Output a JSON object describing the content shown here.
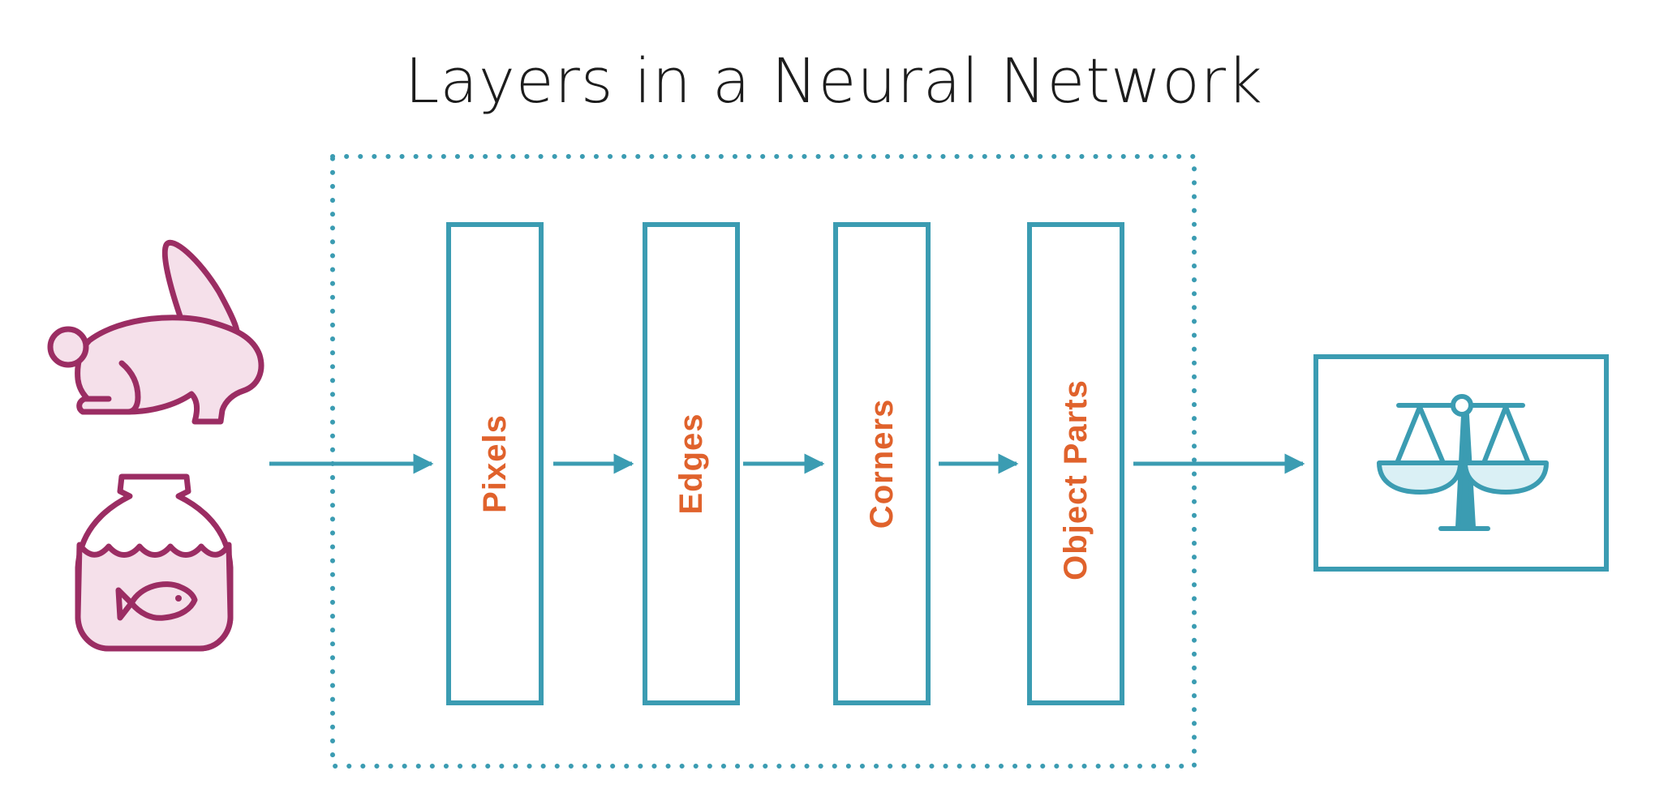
{
  "title": "Layers in a Neural Network",
  "layers": [
    "Pixels",
    "Edges",
    "Corners",
    "Object Parts"
  ],
  "inputs": [
    "rabbit-icon",
    "fishbowl-icon"
  ],
  "output": "balance-scale-icon",
  "colors": {
    "accent": "#3b9cb2",
    "label": "#e0622c",
    "icon_stroke": "#9b2d63",
    "icon_fill": "#f5e0ea",
    "scale_fill": "#daf0f5"
  }
}
